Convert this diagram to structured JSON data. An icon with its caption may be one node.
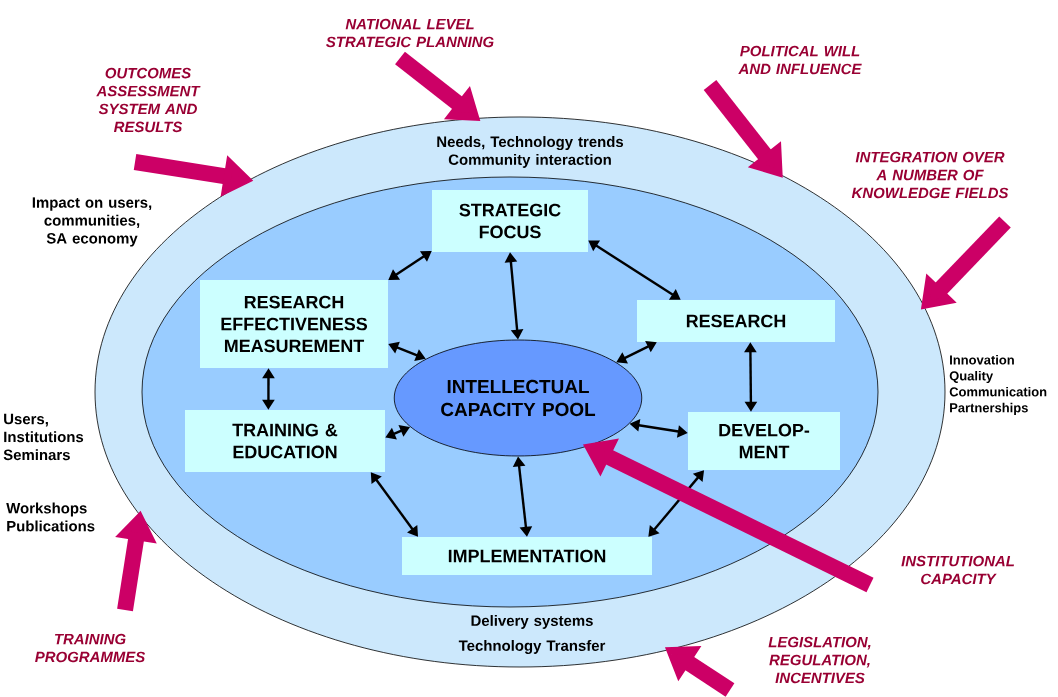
{
  "diagram": {
    "nodes": [
      {
        "text": [],
        "shape": "ellipse"
      },
      {
        "text": [],
        "shape": "ellipse",
        "in": 0
      },
      {
        "text": [
          "STRATEGIC FOCUS"
        ],
        "in": 1
      },
      {
        "text": [
          "RESEARCH EFFECTIVENESS MEASUREMENT"
        ],
        "in": 1
      },
      {
        "text": [
          "RESEARCH"
        ],
        "in": 1
      },
      {
        "text": [
          "INTELLECTUAL CAPACITY POOL"
        ],
        "in": 1
      },
      {
        "text": [
          "TRAINING & EDUCATION"
        ],
        "in": 1
      },
      {
        "text": [
          "DEVELOP- MENT"
        ],
        "in": 1
      },
      {
        "text": [
          "IMPLEMENTATION"
        ],
        "in": 1
      },
      {
        "text": [
          "NATIONAL LEVEL STRATEGIC PLANNING"
        ]
      },
      {
        "text": [
          "POLITICAL WILL AND INFLUENCE"
        ]
      },
      {
        "text": [
          "OUTCOMES ASSESSMENT SYSTEM AND RESULTS"
        ]
      },
      {
        "text": [
          "INTEGRATION OVER A NUMBER OF KNOWLEDGE FIELDS"
        ]
      },
      {
        "text": [
          "INSTITUTIONAL CAPACITY"
        ]
      },
      {
        "text": [
          "TRAINING PROGRAMMES"
        ]
      },
      {
        "text": [
          "LEGISLATION, REGULATION, INCENTIVES"
        ]
      }
    ],
    "edges": [
      {
        "from": 2,
        "to": 5,
        "arrow": "both"
      },
      {
        "from": 3,
        "to": 2,
        "arrow": "both"
      },
      {
        "from": 2,
        "to": 4,
        "arrow": "both"
      },
      {
        "from": 3,
        "to": 5,
        "arrow": "both"
      },
      {
        "from": 4,
        "to": 5,
        "arrow": "both"
      },
      {
        "from": 4,
        "to": 7,
        "arrow": "both"
      },
      {
        "from": 3,
        "to": 6,
        "arrow": "both"
      },
      {
        "from": 6,
        "to": 5,
        "arrow": "both"
      },
      {
        "from": 5,
        "to": 7,
        "arrow": "both"
      },
      {
        "from": 6,
        "to": 8,
        "arrow": "both"
      },
      {
        "from": 5,
        "to": 8,
        "arrow": "both"
      },
      {
        "from": 8,
        "to": 7,
        "arrow": "both"
      },
      {
        "from": 9,
        "to": 0,
        "arrow": "to",
        "style": "thick",
        "color": "#cc0066"
      },
      {
        "from": 10,
        "to": 0,
        "arrow": "to",
        "style": "thick",
        "color": "#cc0066"
      },
      {
        "from": 11,
        "to": 0,
        "arrow": "to",
        "style": "thick",
        "color": "#cc0066"
      },
      {
        "from": 12,
        "to": 0,
        "arrow": "to",
        "style": "thick",
        "color": "#cc0066"
      },
      {
        "from": 13,
        "to": 5,
        "arrow": "to",
        "style": "thick",
        "color": "#cc0066"
      },
      {
        "from": 14,
        "to": 0,
        "arrow": "to",
        "style": "thick",
        "color": "#cc0066"
      },
      {
        "from": 15,
        "to": 0,
        "arrow": "to",
        "style": "thick",
        "color": "#cc0066"
      }
    ],
    "labels": [
      "Needs,  Technology trends Community interaction",
      "Impact on users, communities, SA economy",
      "Innovation Quality Communication Partnerships",
      "Users, Institutions Seminars",
      "Workshops Publications",
      "Delivery systems",
      "Technology Transfer"
    ]
  }
}
